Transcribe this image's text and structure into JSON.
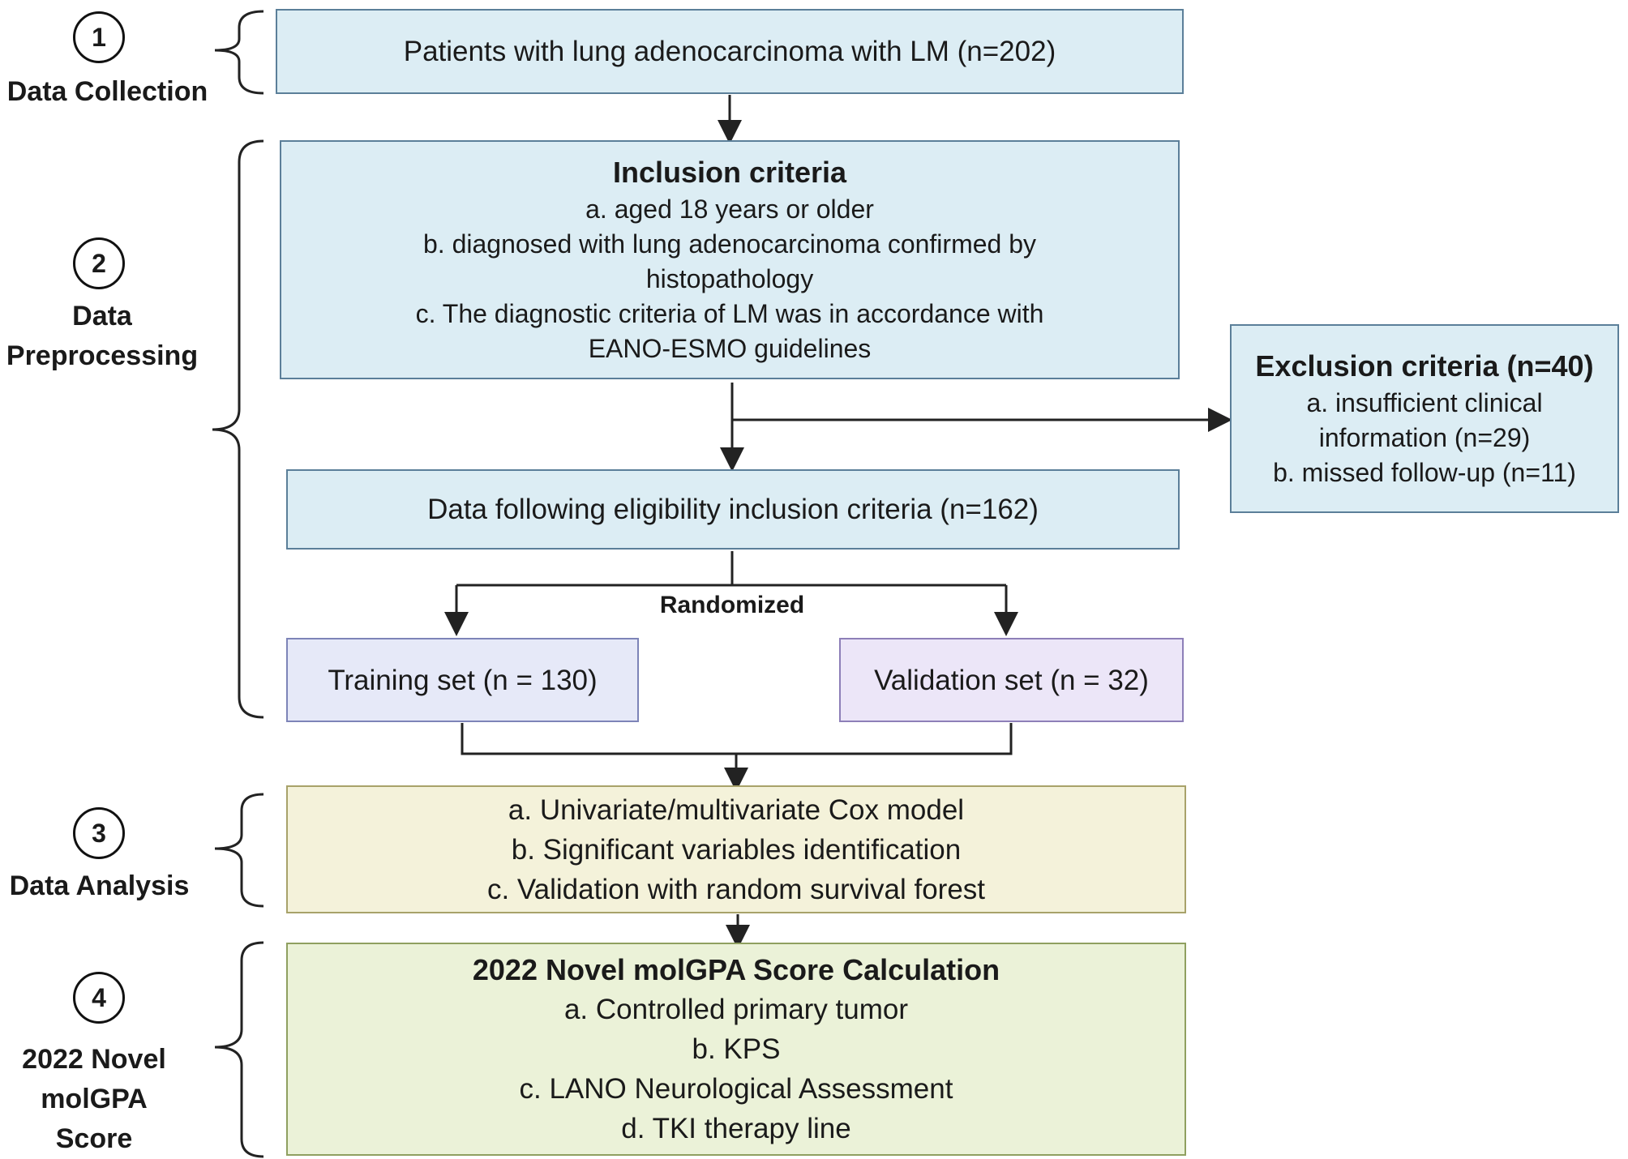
{
  "stages": [
    {
      "number": "1",
      "label_lines": [
        "Data Collection"
      ]
    },
    {
      "number": "2",
      "label_lines": [
        "Data",
        "Preprocessing"
      ]
    },
    {
      "number": "3",
      "label_lines": [
        "Data Analysis"
      ]
    },
    {
      "number": "4",
      "label_lines": [
        "2022 Novel",
        "molGPA Score"
      ]
    }
  ],
  "patients_box": "Patients with lung adenocarcinoma with LM (n=202)",
  "inclusion": {
    "title": "Inclusion criteria",
    "lines": [
      "a. aged 18 years or older",
      "b.  diagnosed with lung adenocarcinoma confirmed by",
      "histopathology",
      "c. The diagnostic criteria of LM was in accordance with",
      "EANO-ESMO guidelines"
    ]
  },
  "exclusion": {
    "title": "Exclusion criteria (n=40)",
    "lines": [
      "a. insufficient clinical",
      "information (n=29)",
      "b. missed follow-up (n=11)"
    ]
  },
  "eligible_box": "Data following eligibility inclusion criteria (n=162)",
  "randomized_label": "Randomized",
  "training_box": "Training set (n = 130)",
  "validation_box": "Validation set (n = 32)",
  "analysis": {
    "lines": [
      "a. Univariate/multivariate Cox model",
      "b. Significant variables identification",
      "c. Validation with random survival forest"
    ]
  },
  "score": {
    "title": "2022 Novel molGPA Score Calculation",
    "lines": [
      "a. Controlled primary tumor",
      "b. KPS",
      "c. LANO Neurological Assessment",
      "d. TKI therapy line"
    ]
  }
}
